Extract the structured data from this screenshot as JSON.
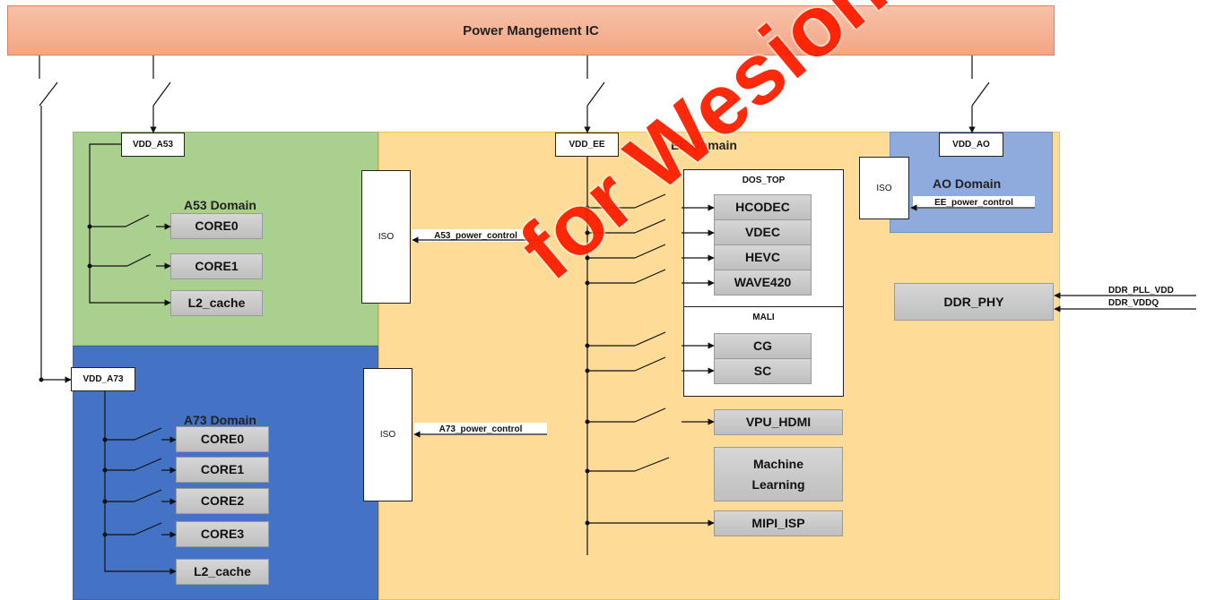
{
  "pmic": {
    "label": "Power Mangement IC"
  },
  "domains": {
    "ee": "EE Domain",
    "a53": "A53 Domain",
    "a73": "A73 Domain",
    "ao": "AO Domain"
  },
  "vdd": {
    "a53": "VDD_A53",
    "ee": "VDD_EE",
    "ao": "VDD_AO",
    "a73": "VDD_A73"
  },
  "iso": {
    "a53": "ISO",
    "a73": "ISO",
    "ao": "ISO"
  },
  "controls": {
    "a53": "A53_power_control",
    "a73": "A73_power_control",
    "ee": "EE_power_control"
  },
  "a53_blocks": [
    "CORE0",
    "CORE1",
    "L2_cache"
  ],
  "a73_blocks": [
    "CORE0",
    "CORE1",
    "CORE2",
    "CORE3",
    "L2_cache"
  ],
  "dos_top": {
    "label": "DOS_TOP",
    "blocks": [
      "HCODEC",
      "VDEC",
      "HEVC",
      "WAVE420"
    ]
  },
  "mali": {
    "label": "MALI",
    "blocks": [
      "CG",
      "SC"
    ]
  },
  "ee_blocks": {
    "vpu": "VPU_HDMI",
    "ml": "Machine Learning",
    "isp": "MIPI_ISP"
  },
  "ddr": {
    "block": "DDR_PHY",
    "pll": "DDR_PLL_VDD",
    "vddq": "DDR_VDDQ"
  },
  "watermark": "for Wesion!"
}
